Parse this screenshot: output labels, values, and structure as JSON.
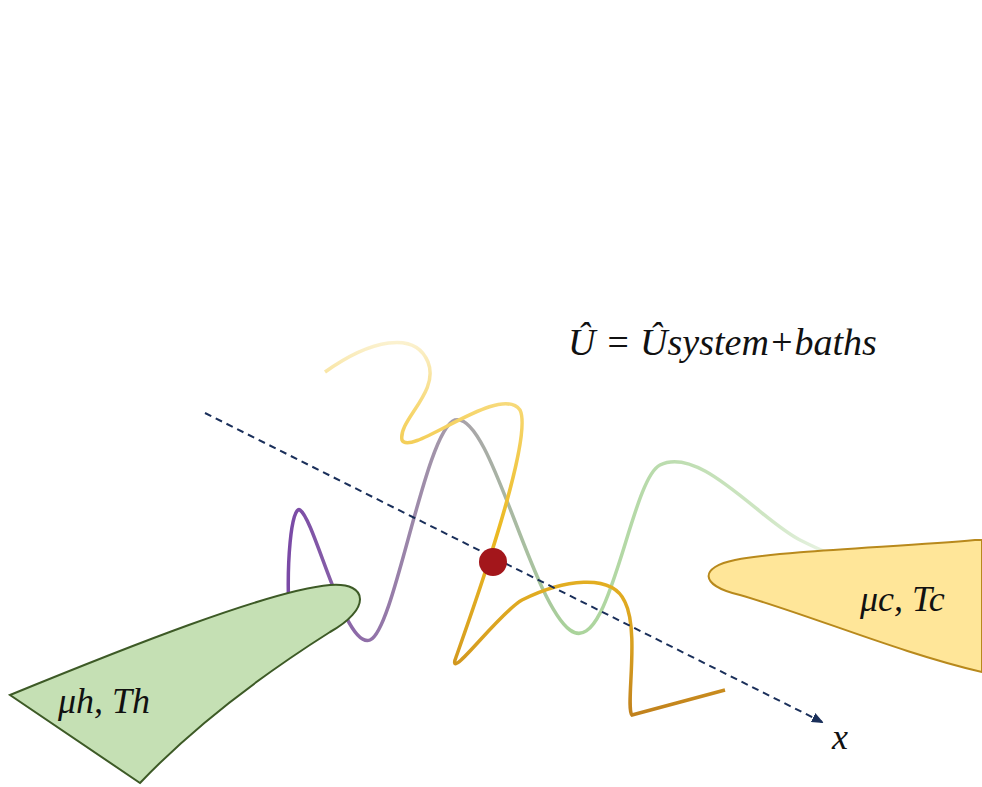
{
  "diagram": {
    "nodes": [
      {
        "text": [
          "μh, Th"
        ]
      },
      {
        "text": [
          "μc, Tc"
        ]
      }
    ],
    "labels": [
      "Û = Ûsystem+baths",
      "x"
    ]
  }
}
